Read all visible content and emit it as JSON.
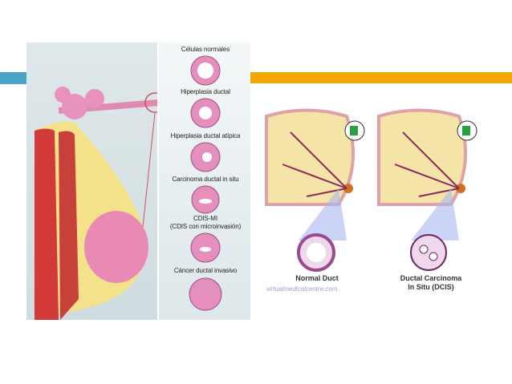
{
  "slide": {
    "accent_colors": {
      "left_bar": "#4aa3c4",
      "right_bar": "#f0a800"
    }
  },
  "left_figure": {
    "stages": [
      "Células normales",
      "Hiperplasia ductal",
      "Hiperplasia ductal atípica",
      "Carcinoma ductal in situ",
      "CDIS-MI",
      "(CDIS con microinvasión)",
      "Cáncer ductal invasivo"
    ]
  },
  "right_figure": {
    "normal_label": "Normal Duct",
    "dcis_label_line1": "Ductal Carcinoma",
    "dcis_label_line2": "In Situ (DCIS)",
    "watermark": "virtualmedicalcentre.com"
  }
}
